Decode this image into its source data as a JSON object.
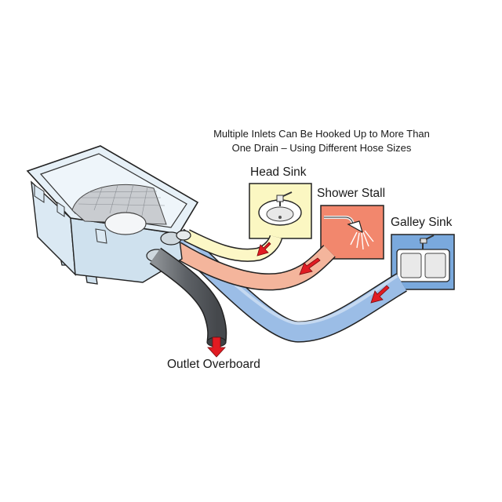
{
  "caption": {
    "line1": "Multiple Inlets Can Be Hooked Up to More Than",
    "line2": "One Drain – Using Different Hose Sizes"
  },
  "labels": {
    "head_sink": "Head Sink",
    "shower_stall": "Shower Stall",
    "galley_sink": "Galley Sink",
    "outlet": "Outlet Overboard"
  },
  "icons": {
    "head_sink": "sink-basin-icon",
    "shower": "shower-head-icon",
    "galley": "double-sink-icon",
    "flow_arrow": "red-arrow-icon"
  },
  "colors": {
    "head_sink_panel": "#fbf7c2",
    "shower_panel": "#f2876d",
    "galley_panel": "#7aa9dd",
    "head_hose": "#fcf7c6",
    "shower_hose": "#f4b59c",
    "galley_hose": "#9bbde6",
    "outlet_hose": "#666a6e",
    "box": "#dbe9f3",
    "arrow": "#e11b22"
  }
}
